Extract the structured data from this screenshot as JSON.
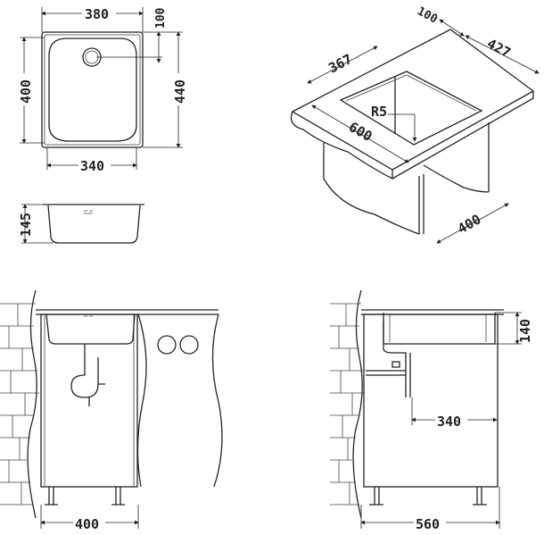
{
  "colors": {
    "line": "#222222",
    "background": "#ffffff"
  },
  "plan_view": {
    "width": "380",
    "drain_offset": "100",
    "bowl_length": "400",
    "length": "440",
    "bowl_width": "340"
  },
  "section_view": {
    "depth": "145"
  },
  "iso_view": {
    "drain_offset": "100",
    "depth_dim": "427",
    "cutout": "367",
    "radius": "R5",
    "cabinet_width": "600",
    "cabinet_depth": "400"
  },
  "front_view": {
    "cabinet_width": "400"
  },
  "side_view": {
    "depth": "140",
    "drain_offset": "340",
    "cabinet_depth": "560"
  }
}
